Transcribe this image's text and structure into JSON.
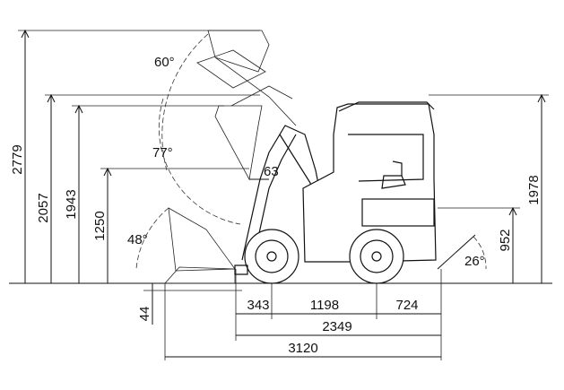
{
  "dimensions": {
    "height_max": "2779",
    "height_pin": "2057",
    "height_dump": "1943",
    "height_bucket_level": "1250",
    "dig_depth": "44",
    "height_cab": "1978",
    "height_wheelbase_axle": "952",
    "len_front": "343",
    "wheelbase": "1198",
    "len_rear": "724",
    "len_total_body": "2349",
    "len_total": "3120",
    "reach_63": "63"
  },
  "angles": {
    "rollback_top": "60°",
    "dump_angle": "77°",
    "bucket_ground": "48°",
    "departure": "26°"
  }
}
